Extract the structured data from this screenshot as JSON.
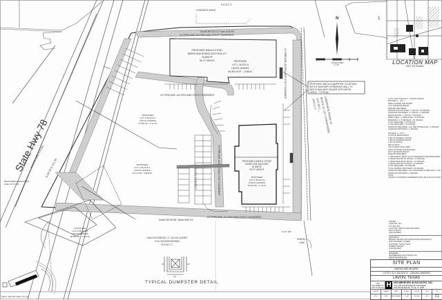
{
  "drawing": {
    "type": "Site Plan",
    "sheet_number": "C1",
    "highway_label": "State Hwy 78",
    "highway_sublabel": "(variable width R.O.W.)",
    "north_arrow": "N",
    "scale_bar_label": "SCALE IN FEET",
    "scale_bar_sub": "1\" = 60'",
    "lot_number_top_right": "1",
    "boundary_bearings": {
      "north": "South 89°01'12\" East  318.89'",
      "south": "North 88°30'46\" West  665.19'",
      "west": "N 29°19' E  371.35'"
    },
    "labels": {
      "top_street": "D.R.D.C.T.",
      "top_parcel": "CONCRETE DRIVE",
      "fire_lane_north": "24' FIRELANE, ACCESS AND UTILITY EASEMENT",
      "fire_lane_middle": "24' FIRELANE, ACCESS AND UTILITY EASEMENT",
      "fire_lane_south": "24' FIRELANE, ACCESS AND UTILITY EASEMENT",
      "fire_lane_vertical": "24' FIRELANE, ACCESS AND UTILITY EASEMENT",
      "access_easement": "24' ACCESS EASEMENT",
      "building1": [
        "PROPOSED SINGLE STORY",
        "BARKS AND BOARD DOG FACILITY",
        "15,805 SF",
        "34'-0\" HEIGHT"
      ],
      "lot1": [
        "PROPOSED",
        "LOT 1, BLOCK A",
        "LAVON LANDING",
        "84,392.00 SF - 1.948 AC"
      ],
      "building2": [
        "PROPOSED SINGLE STORY",
        "MIXED USE BUILDING",
        "15,805 SF",
        "30'-0\" HEIGHT"
      ],
      "lot2": [
        "PROPOSED",
        "LOT 2, BLOCK A",
        "LAVON LANDING",
        "75,672 SF - 1.73 AC"
      ],
      "lot3": [
        "PROPOSED",
        "LOT 3, BLOCK A",
        "LAVON LANDING",
        "57,057 SF - 1.31 AC"
      ],
      "lot4": [
        "PROPOSED",
        "LOT 4, BLOCK A",
        "LAVON LANDING",
        "39,174 SF - 0.899 AC"
      ],
      "lot5": [
        "PROPOSED",
        "LOT 5, BLOCK A",
        "LAVON LANDING",
        "48,954 SF - 1.124 AC"
      ],
      "dumpster_callout": [
        "PROPOSED SINGLE DUMPSTER LOCATIONS",
        "WITH 8' MASONRY SCREENING WALL TO",
        "MATCH BUILDING FACADE WITH METAL",
        "GATES - \"TYPICAL\""
      ],
      "east_parcel": [
        "LAKEPOINTE PHASE 1A",
        "BLOCK 10, LOT 1 (PROPOSED)",
        "CC# 2017__",
        "P.R.C.C.T."
      ],
      "called_parcel": [
        "CALLED PARCEL 2= 18.224 ACRES",
        "CC# 20210001524500",
        "O.R.D.C.T."
      ],
      "dumpster_detail_title": "TYPICAL DUMPSTER DETAIL",
      "dumpster_dims": [
        "10'",
        "12'",
        "10'"
      ],
      "gravel_lane": [
        "GRAVEL",
        "LANE"
      ],
      "fl_label": "FL IP- 5/8\"",
      "proposed_dedication": [
        "PROPOSED DEDICATION",
        "LINE OF R.O.W."
      ],
      "bottom_left_note": "Sheet: Site Plan  Date: 8-2-21",
      "parking_numbers": [
        "1",
        "2",
        "4",
        "5",
        "7",
        "8",
        "9",
        "10",
        "12",
        "18",
        "20",
        "27"
      ]
    }
  },
  "location_map": {
    "title": "LOCATION MAP",
    "subtitle": "NOT TO SCALE"
  },
  "notes": {
    "lines": [
      "LOTS 1 AND 2,BLOCK A - LAVON LANDING",
      "BUILDING 1 - LOT 1",
      "BARK OF BARK AND BOARD",
      "34'-0\" MAXIMUM HEIGHT",
      "PARKING REQUIRED:",
      "INDOOR DOG DAYCARE: 1 / 350 SF = 41 SPACES",
      "OUTDOOR RUN AREAS: 1 / 1000 SF = 4 SPACES",
      "RETAIL/OFFICE: 1 / 250 SF = 6 SPACES",
      "EMPLOYEES: 1 / EMPLOYEE = 12 SPACES",
      "BOARDING: 1 / 5 KENNELS = 12 SPACES",
      "TOTAL REQUIRED = 45 SPACES",
      "TOTAL PROVIDED = 45 SPACES",
      "HANDICAP REQUIRED: 1 HC PER 25 REGULAR = 2 SPACES",
      "HANDICAP PROVIDED = 2 SPACES",
      "BUILDING 2 - LOT 2",
      "10,445 SF RESTAURANT",
      "3,600 SF GENERAL OFFICE",
      "1,800 SF GENERAL RETAIL",
      "1,200 SF OFFICE",
      "800 SF PATIO",
      "700 SF ADDITIONAL AREA",
      "NOTE OF MIXED USE BUILDING",
      "30'-0\" MAXIMUM HEIGHT",
      "PARKING REQUIRED:",
      "1 SPACE PER 3 SEATS PLUS 1 PER EMPLOYEE RESTAURANT = 40 SPACES",
      "1 SPACE PER 300 SF OFFICE = 12 SPACES",
      "1 SPACE PER 250 SF RETAIL = 10 SPACES",
      "1 SPACE PER 200 SF PATIO = 10 SPACES",
      "TOTAL REQUIRED = 82 SPACES",
      "TOTAL PARKING PROVIDED = 86 SPACES",
      "HANDICAP REQUIRED: 1 HC SPACE PER 25 REGULAR = 4 SPACES",
      "HANDICAP PROVIDED = 4 SPACES",
      "NOTE:",
      "CROSS LOT PARKING AGREEMENT WILL BE IN PLACE FOR ENTIRE DEVELOPMENT"
    ]
  },
  "contacts": {
    "owner": [
      "OWNER:",
      "CARLTON, INC.",
      "P.O. BOX 847",
      "CLAYTON, NORTH CAROLINA 28520",
      "KELLY FIELDS",
      "(919) 553-5810"
    ],
    "architect": [
      "ARCHITECT:",
      "BROWN, BROWN AND ASSOCIATES ARCHITECTS",
      "5645 PROSPECT STREET",
      "MCKINNEY, TEXAS 75070",
      "ROBERT BROWN",
      "(214) 903-0923"
    ],
    "engineer": [
      "ENGINEER:",
      "HELMBERGER ASSOCIATES, INC.",
      "2500 RIDGEVIEW RD.",
      "WYLIE, TEXAS 75098",
      "RANDALL L. HELMBERGER, PE",
      "(972) 442-7459"
    ]
  },
  "title_block": {
    "title": "SITE PLAN",
    "project": "BARKS AND BOARD",
    "lots": "LOTS 1 & 2, BLOCK A - LAVON LANDING",
    "city": "LAVON, TEXAS",
    "scale_note": [
      "THIS",
      "DOCUMENT IS",
      "NOT TO SCALE"
    ],
    "firm_logo": "H",
    "firm_name": "HELMBERGER ASSOCIATES, INC.",
    "firm_sub": "CIVIL AND ENVIRONMENTAL ENGINEERS",
    "firm_sub2": "2500 RIDGEVIEW RD. WYLIE, TX 75098",
    "headers": [
      "DESIGN",
      "DRAWN",
      "DATE",
      "SCALE",
      "NOTES",
      "FILE",
      "NO."
    ],
    "values": [
      "RLH",
      "KWH",
      "SEPTEMBER 2021",
      "1\"=60'",
      "SPLAN",
      "2021",
      "C1"
    ]
  }
}
